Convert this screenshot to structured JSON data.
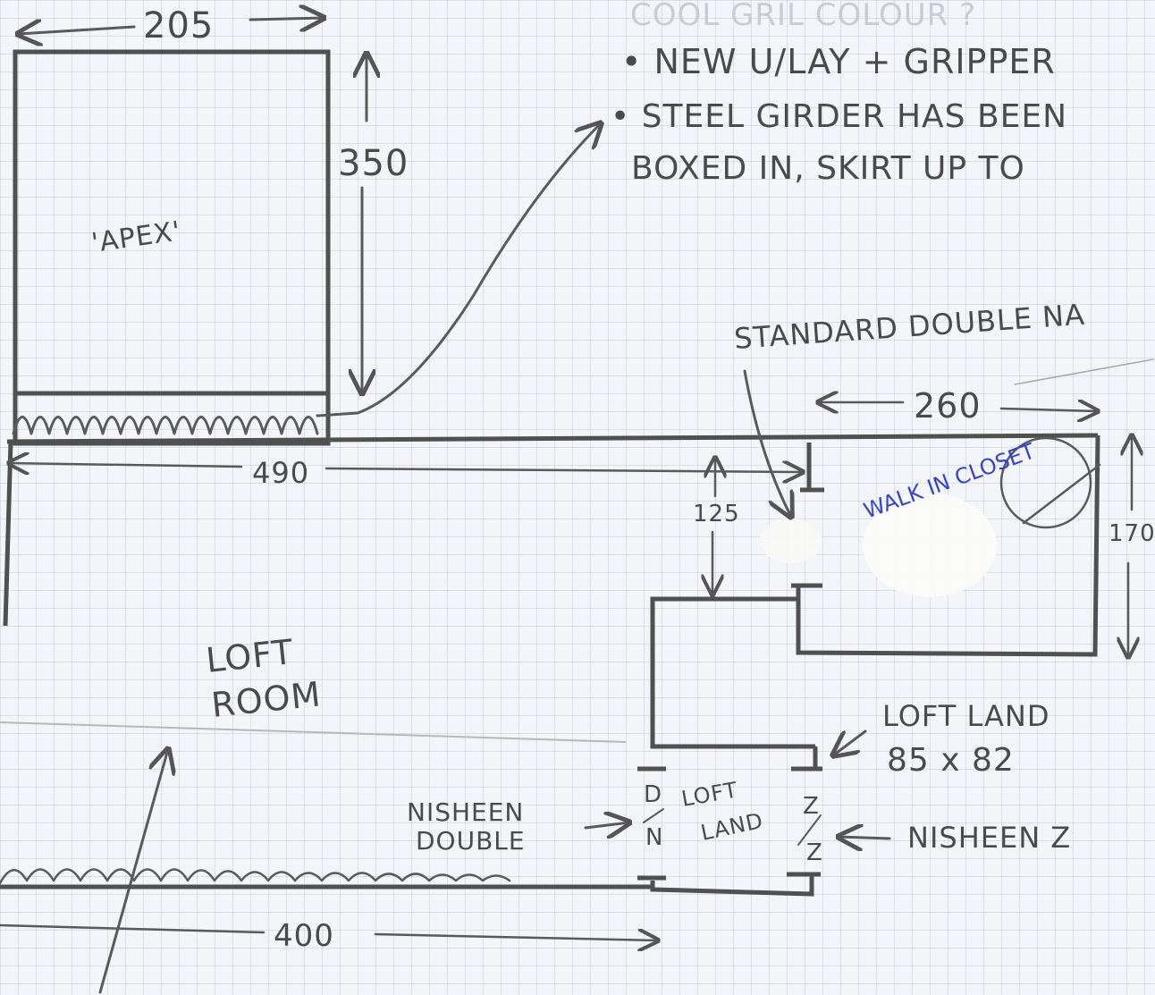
{
  "notes": {
    "faded_top": "COOL GRIL COLOUR ?",
    "line1": "• NEW U/LAY + GRIPPER",
    "line2": "• STEEL GIRDER HAS BEEN",
    "line3": "BOXED IN, SKIRT UP TO"
  },
  "apex": {
    "label": "'APEX'",
    "width_dim": "205",
    "height_dim": "350"
  },
  "main": {
    "length_dim": "490",
    "gap_dim": "125"
  },
  "right_room": {
    "width_dim": "260",
    "height_dim": "170",
    "standard_label": "STANDARD DOUBLE NA",
    "pen_note": "WALK IN CLOSET"
  },
  "loft_room": {
    "label_line1": "LOFT",
    "label_line2": "ROOM"
  },
  "loft_land": {
    "label_line1": "LOFT LAND",
    "label_line2": "85 x 82",
    "inner_line1": "LOFT",
    "inner_line2": "LAND",
    "width_dim": "400"
  },
  "nisheen": {
    "double_line1": "NISHEEN",
    "double_line2": "DOUBLE",
    "double_mark_top": "D",
    "double_mark_bot": "N",
    "z_label": "NISHEEN Z",
    "z_mark_top": "Z",
    "z_mark_bot": "Z"
  }
}
